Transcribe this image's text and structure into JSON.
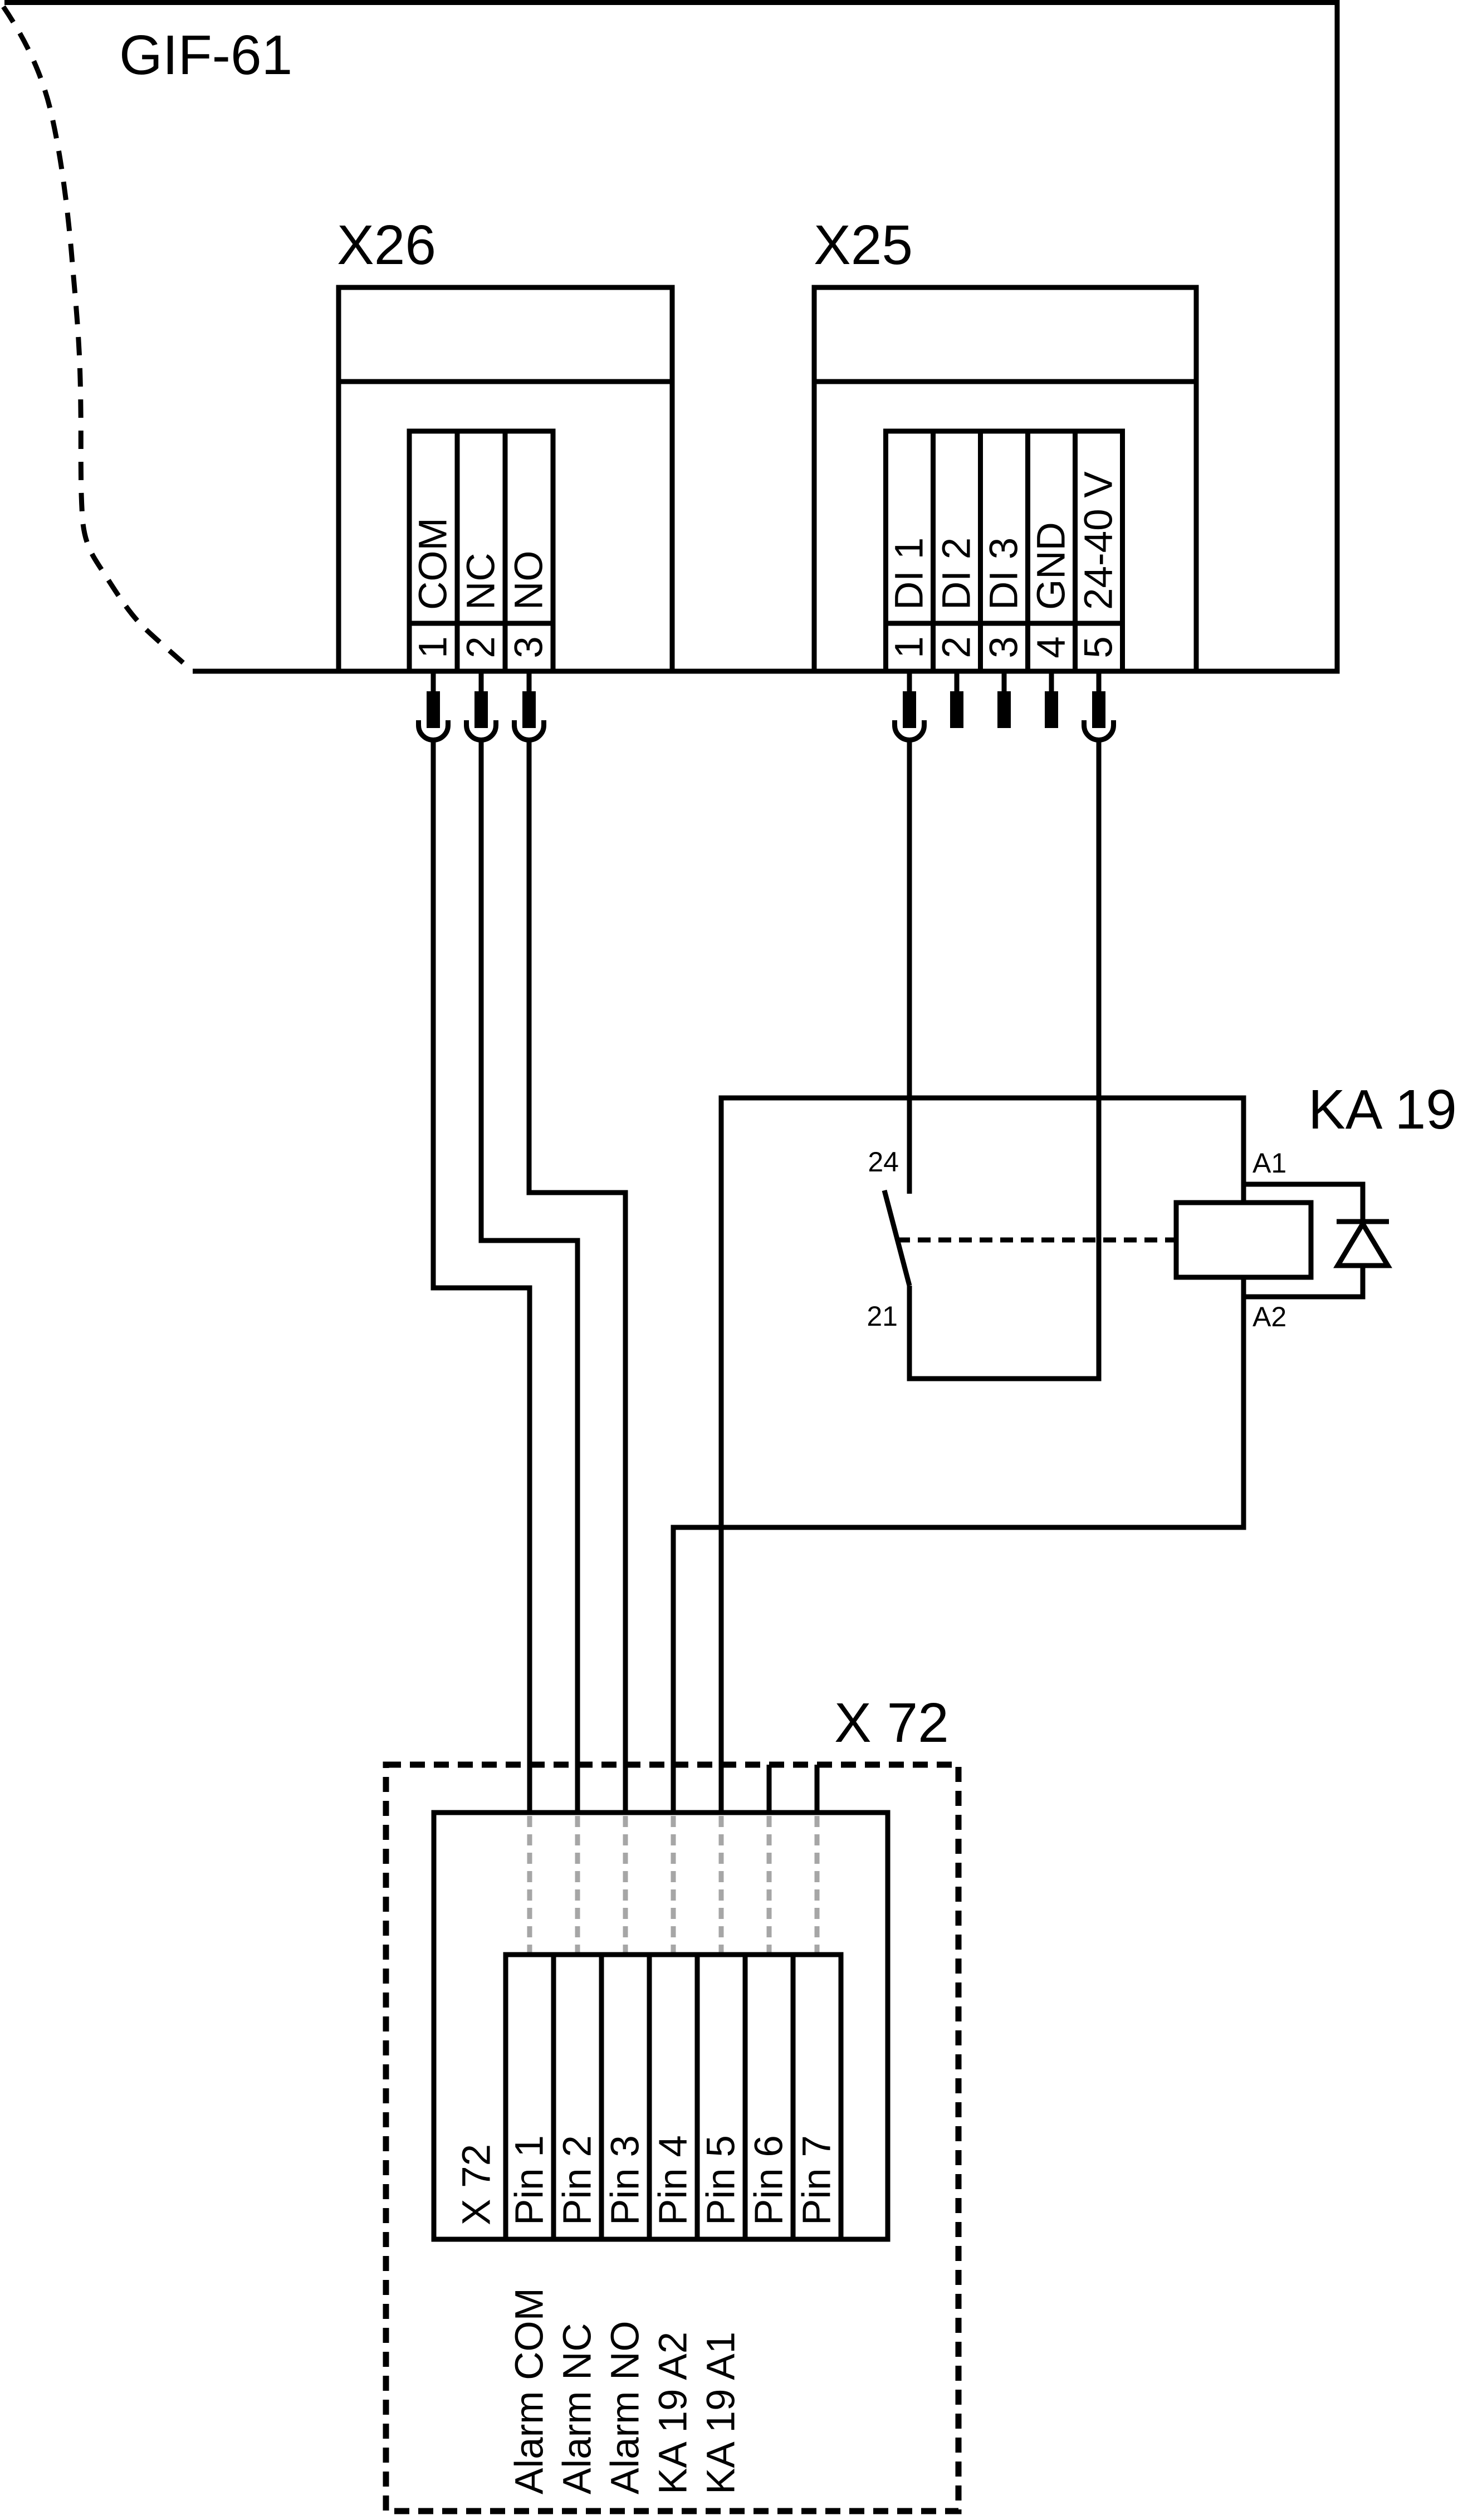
{
  "diagram": {
    "type": "wiring-diagram",
    "device": {
      "title": "GIF-61"
    },
    "connector_x26": {
      "title": "X26",
      "terminals": [
        {
          "number": "1",
          "label": "COM"
        },
        {
          "number": "2",
          "label": "NC"
        },
        {
          "number": "3",
          "label": "NO"
        }
      ]
    },
    "connector_x25": {
      "title": "X25",
      "terminals": [
        {
          "number": "1",
          "label": "DI 1"
        },
        {
          "number": "2",
          "label": "DI 2"
        },
        {
          "number": "3",
          "label": "DI 3"
        },
        {
          "number": "4",
          "label": "GND"
        },
        {
          "number": "5",
          "label": "24-40 V"
        }
      ]
    },
    "relay": {
      "title": "KA 19",
      "contact": {
        "top_terminal": "24",
        "bottom_terminal": "21"
      },
      "coil": {
        "top_terminal": "A1",
        "bottom_terminal": "A2"
      }
    },
    "connector_x72": {
      "title": "X 72",
      "block_label": "X 72",
      "pins": [
        {
          "label": "Pin 1"
        },
        {
          "label": "Pin 2"
        },
        {
          "label": "Pin 3"
        },
        {
          "label": "Pin 4"
        },
        {
          "label": "Pin 5"
        },
        {
          "label": "Pin 6"
        },
        {
          "label": "Pin 7"
        }
      ],
      "signals": [
        "Alarm COM",
        "Alarm NC",
        "Alarm NO",
        "KA 19 A2",
        "KA 19 A1"
      ]
    },
    "colors": {
      "line": "#000000",
      "hidden_wire": "#a6a6a6",
      "background": "#ffffff"
    }
  }
}
